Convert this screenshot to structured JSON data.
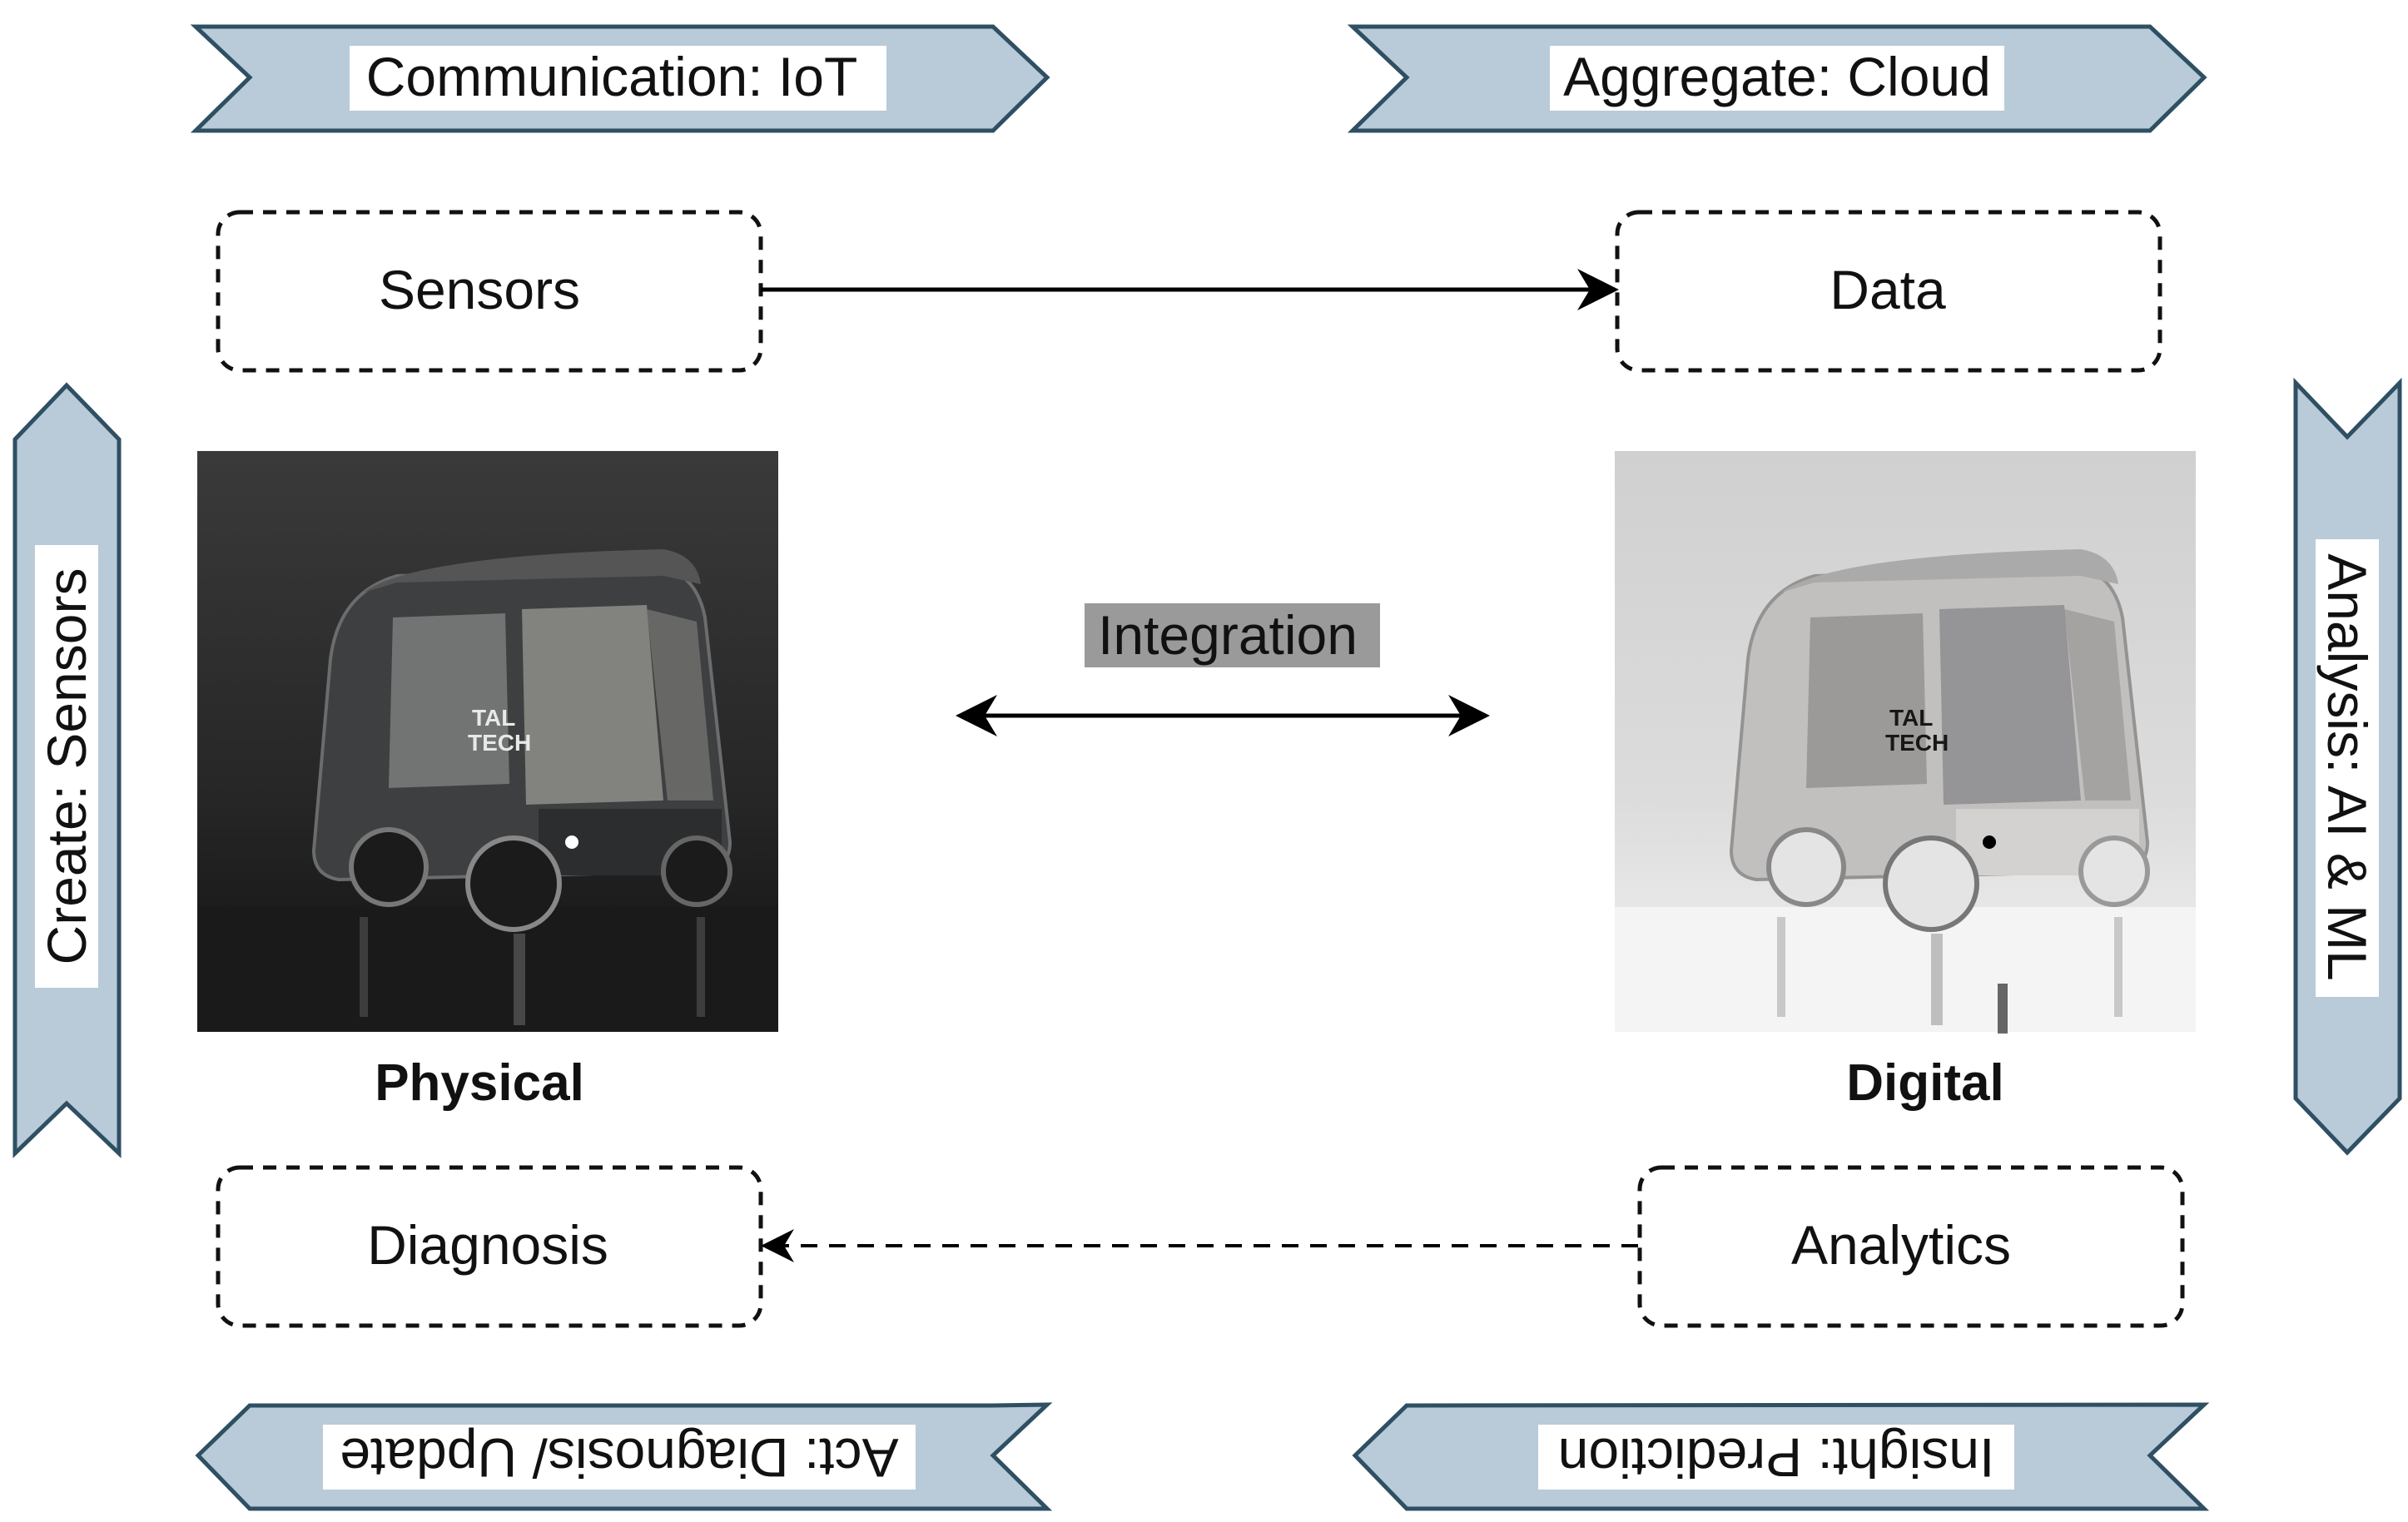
{
  "banners": {
    "top_left": "Communication: IoT",
    "top_right": "Aggregate: Cloud",
    "left": "Create: Sensors",
    "right": "Analysis: AI & ML",
    "bottom_left": "Act: Diagnosis/ Update",
    "bottom_right": "Insight: Prediction"
  },
  "boxes": {
    "sensors": "Sensors",
    "data": "Data",
    "diagnosis": "Diagnosis",
    "analytics": "Analytics"
  },
  "integration_label": "Integration",
  "captions": {
    "physical": "Physical",
    "digital": "Digital"
  },
  "photo_badges": {
    "brand_line1": "TAL",
    "brand_line2": "TECH"
  },
  "colors": {
    "banner_fill": "#b9cad8",
    "banner_stroke": "#2f4f63",
    "integration_bg": "#9a9a9a",
    "physical_bg": "#2b2b2b",
    "digital_bg": "#d8d8d8"
  },
  "icons": {
    "photo_physical": "autonomous-shuttle-icon",
    "photo_digital": "autonomous-shuttle-inverted-icon"
  }
}
